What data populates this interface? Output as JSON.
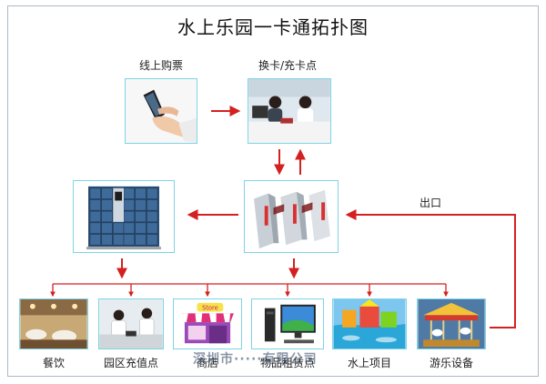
{
  "title": "水上乐园一卡通拓扑图",
  "nodes": {
    "online_ticket": "线上购票",
    "exchange_recharge": "换卡/充卡点",
    "exit": "出口"
  },
  "bottom_nodes": [
    "餐饮",
    "园区充值点",
    "商店",
    "物品租赁点",
    "水上项目",
    "游乐设备"
  ],
  "store_sign": "Store",
  "watermark": "深圳市·····有限公司",
  "colors": {
    "arrow": "#d42020",
    "border": "#7fd3e6",
    "frame": "#aeb8c2"
  },
  "icons": [
    "phone-hand-icon",
    "service-desk-icon",
    "locker-icon",
    "turnstile-icon",
    "restaurant-icon",
    "recharge-point-icon",
    "store-icon",
    "computer-icon",
    "water-park-icon",
    "carousel-icon"
  ]
}
